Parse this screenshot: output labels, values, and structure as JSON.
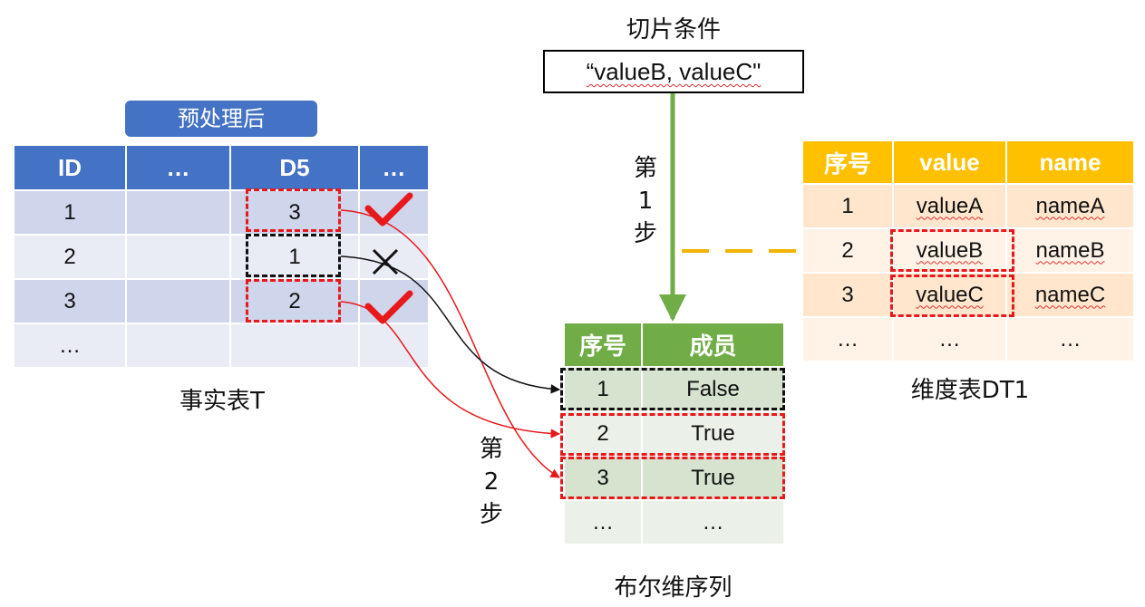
{
  "condition": {
    "title": "切片条件",
    "value": "“valueB, valueC\""
  },
  "step1": [
    "第",
    "1",
    "步"
  ],
  "step2": [
    "第",
    "2",
    "步"
  ],
  "fact_table": {
    "tag": "预处理后",
    "caption": "事实表T",
    "headers": [
      "ID",
      "…",
      "D5",
      "…"
    ],
    "rows": [
      [
        "1",
        "",
        "3",
        ""
      ],
      [
        "2",
        "",
        "1",
        ""
      ],
      [
        "3",
        "",
        "2",
        ""
      ],
      [
        "…",
        "",
        "",
        ""
      ]
    ]
  },
  "dim_table": {
    "caption": "维度表DT1",
    "headers": [
      "序号",
      "value",
      "name"
    ],
    "rows": [
      [
        "1",
        "valueA",
        "nameA"
      ],
      [
        "2",
        "valueB",
        "nameB"
      ],
      [
        "3",
        "valueC",
        "nameC"
      ],
      [
        "…",
        "…",
        "…"
      ]
    ]
  },
  "bool_table": {
    "caption": "布尔维序列",
    "headers": [
      "序号",
      "成员"
    ],
    "rows": [
      [
        "1",
        "False"
      ],
      [
        "2",
        "True"
      ],
      [
        "3",
        "True"
      ],
      [
        "…",
        "…"
      ]
    ]
  },
  "colors": {
    "fact_header": "#4472c4",
    "dim_header": "#ffc000",
    "bool_header": "#70ad47",
    "highlight": "#e8191d",
    "step1_arrow": "#70ad47",
    "link_dash": "#f0b400"
  }
}
